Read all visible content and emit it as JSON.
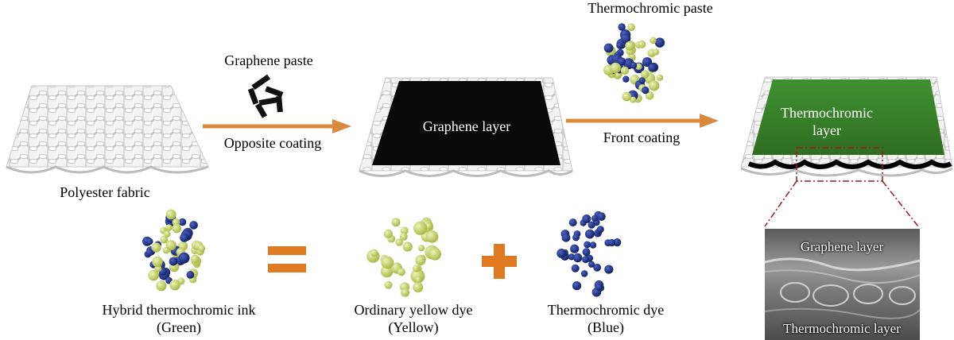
{
  "labels": {
    "polyester_fabric": "Polyester fabric",
    "graphene_paste": "Graphene paste",
    "opposite_coating": "Opposite coating",
    "graphene_layer": "Graphene layer",
    "thermochromic_paste": "Thermochromic paste",
    "front_coating": "Front coating",
    "thermochromic_layer_line1": "Thermochromic",
    "thermochromic_layer_line2": "layer",
    "hybrid_ink": "Hybrid thermochromic ink",
    "hybrid_ink_color": "(Green)",
    "yellow_dye": "Ordinary yellow dye",
    "yellow_dye_color": "(Yellow)",
    "thermo_dye": "Thermochromic dye",
    "thermo_dye_color": "(Blue)",
    "sem_top": "Graphene layer",
    "sem_bottom": "Thermochromic layer"
  },
  "colors": {
    "arrow": "#d98a3c",
    "operator": "#e07a22",
    "yellow_particle": "#c8d36a",
    "blue_particle": "#1f3383",
    "graphene": "#0a0a0a",
    "thermo_layer": "#3f8a2c",
    "zoom_outline": "#9c1b1b"
  }
}
